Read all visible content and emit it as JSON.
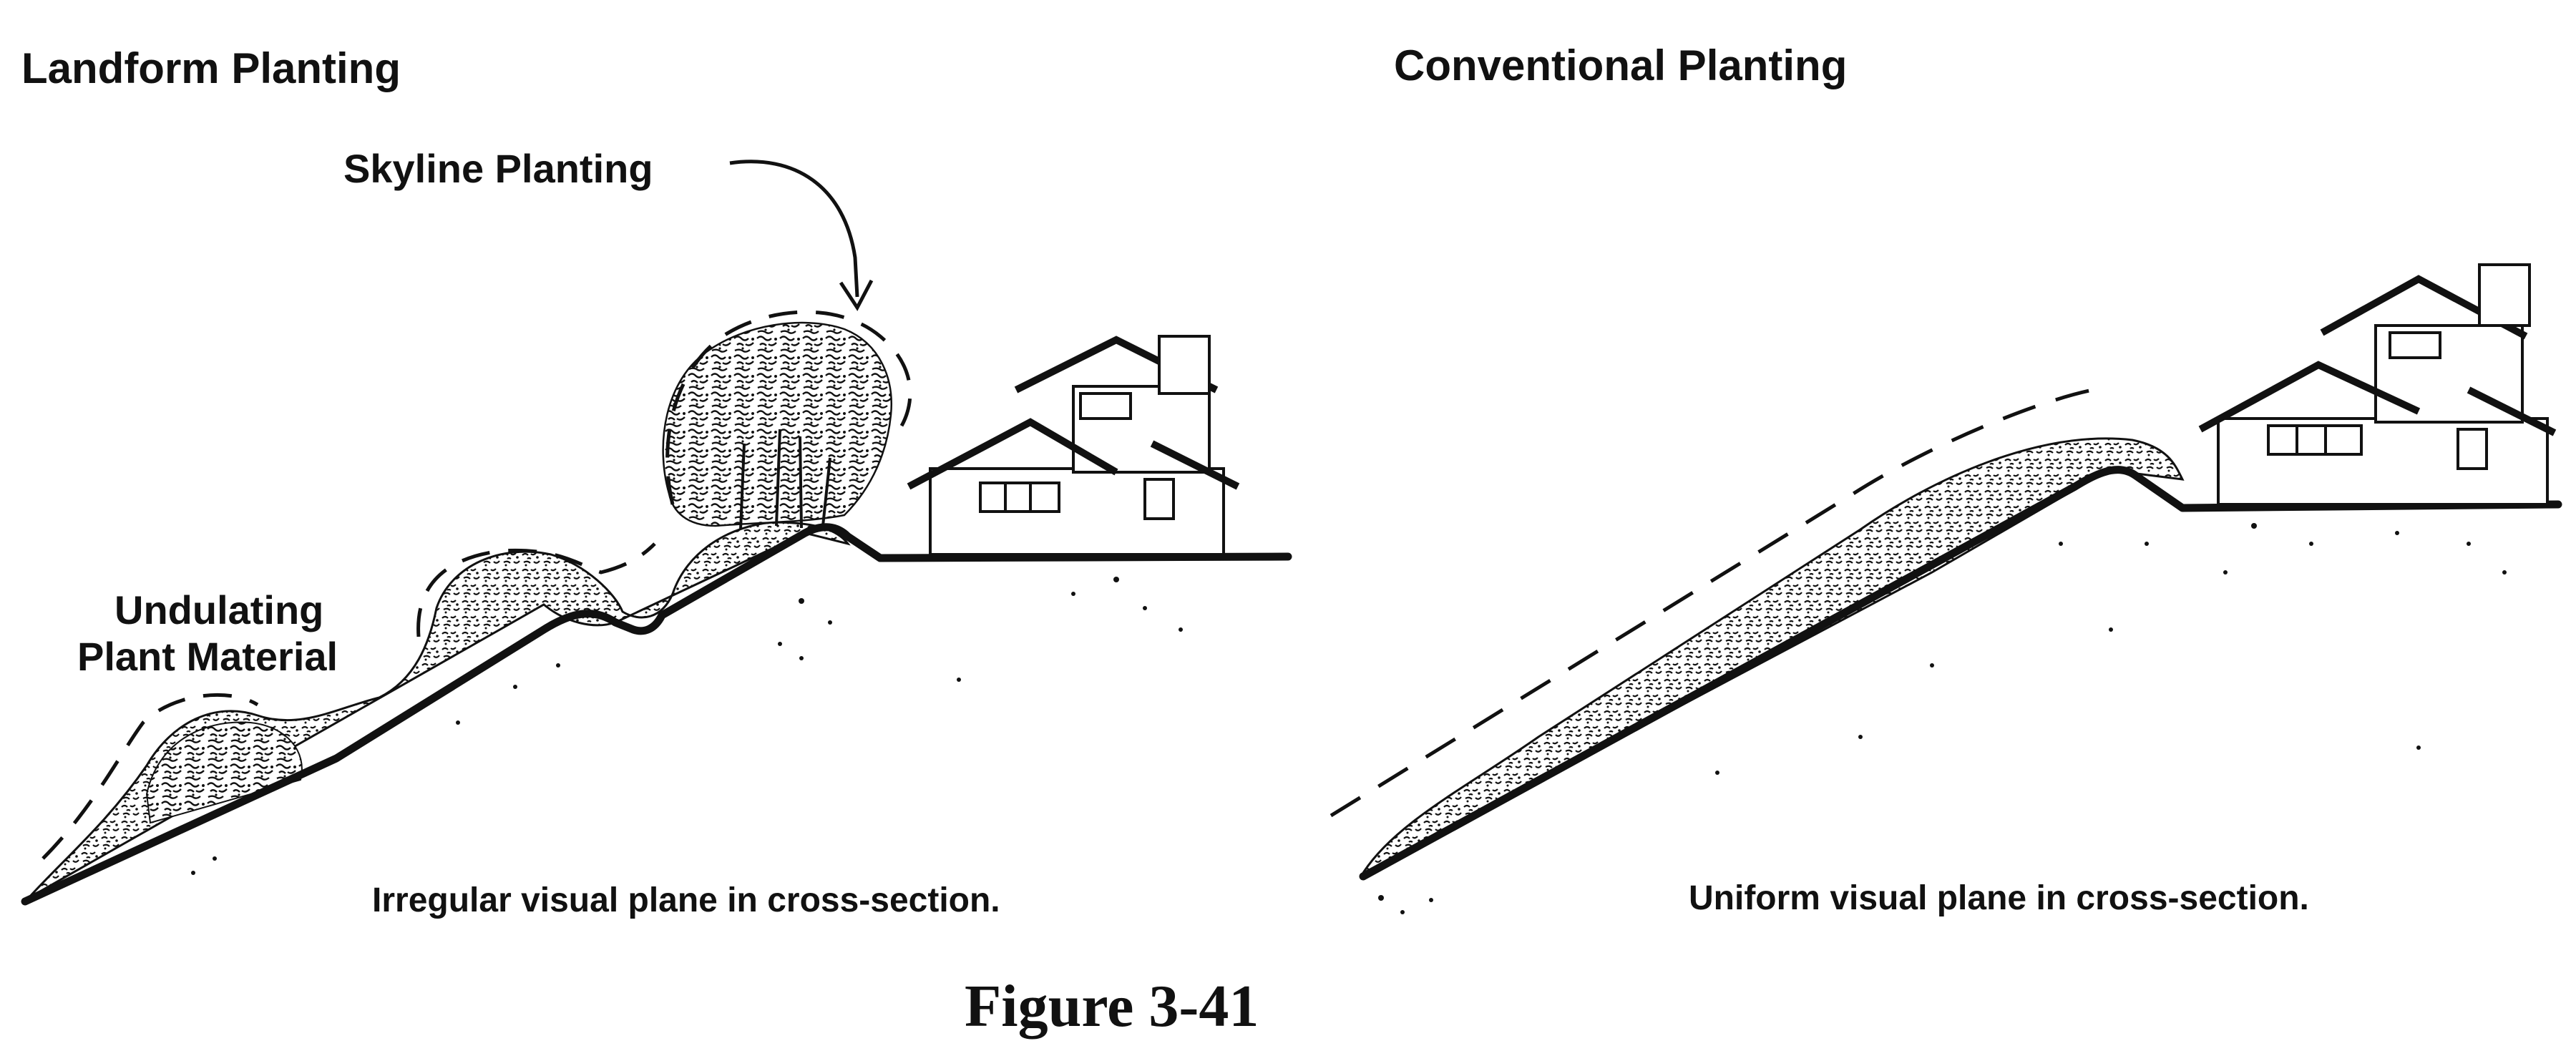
{
  "left_panel": {
    "heading": "Landform Planting",
    "callout_skyline": "Skyline Planting",
    "callout_undulating_line1": "Undulating",
    "callout_undulating_line2": "Plant Material",
    "caption": "Irregular visual plane in cross-section."
  },
  "right_panel": {
    "heading": "Conventional Planting",
    "caption": "Uniform visual plane in cross-section."
  },
  "figure_title": "Figure 3-41",
  "colors": {
    "ink": "#111111",
    "background": "#ffffff"
  }
}
